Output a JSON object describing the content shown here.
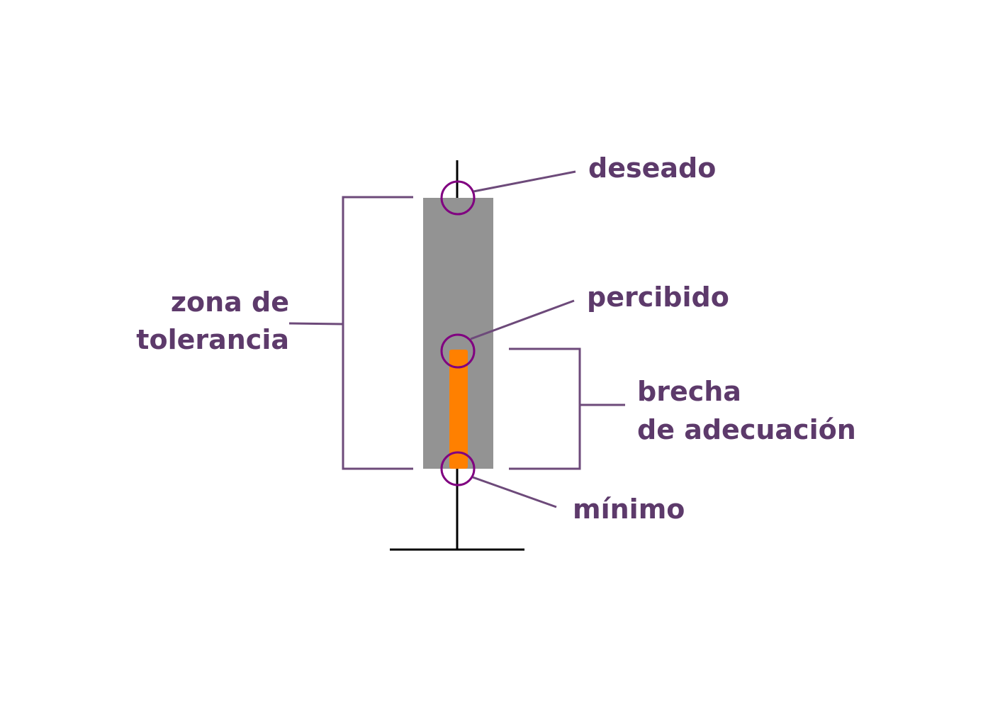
{
  "labels": {
    "desired": "deseado",
    "perceived": "percibido",
    "minimum": "mínimo",
    "tolerance_zone": [
      "zona de",
      "tolerancia"
    ],
    "adequacy_gap": [
      "brecha",
      "de adecuación"
    ]
  },
  "colors": {
    "label_text": "#5d3a6b",
    "bracket": "#6d4a7a",
    "marker_circle": "#800080",
    "tolerance_bar": "#939393",
    "perceived_bar": "#ff8000",
    "axis": "#000000"
  }
}
